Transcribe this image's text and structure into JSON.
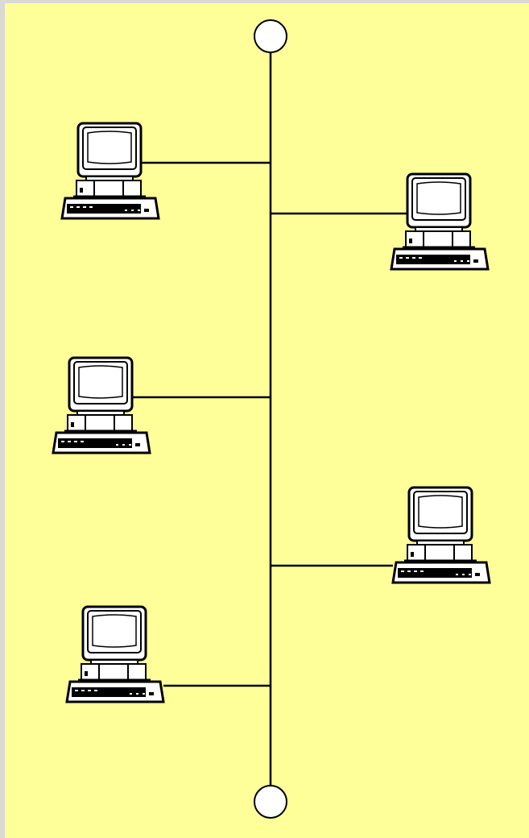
{
  "diagram": {
    "type": "bus-topology",
    "background_color": "#ffff99",
    "line_color": "#000000",
    "terminator_fill": "#ffffff",
    "computer_icon": "desktop-computer-icon",
    "terminators": [
      {
        "name": "bus-terminator-top"
      },
      {
        "name": "bus-terminator-bottom"
      }
    ],
    "nodes": [
      {
        "name": "computer-1",
        "side": "left"
      },
      {
        "name": "computer-2",
        "side": "right"
      },
      {
        "name": "computer-3",
        "side": "left"
      },
      {
        "name": "computer-4",
        "side": "right"
      },
      {
        "name": "computer-5",
        "side": "left"
      }
    ]
  }
}
